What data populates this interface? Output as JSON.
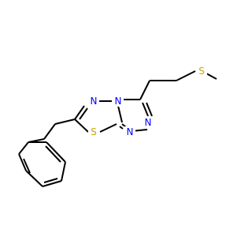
{
  "molecule": {
    "atoms": {
      "S_thioether": {
        "label": "S",
        "color": "#c8a600"
      },
      "S_ring": {
        "label": "S",
        "color": "#c8a600"
      },
      "N_ring_top": {
        "label": "N",
        "color": "#0000ff"
      },
      "N_bridge": {
        "label": "N",
        "color": "#0000ff"
      },
      "N_triazole_a": {
        "label": "N",
        "color": "#0000ff"
      },
      "N_triazole_b": {
        "label": "N",
        "color": "#0000ff"
      }
    },
    "bond_color": "#000000"
  }
}
